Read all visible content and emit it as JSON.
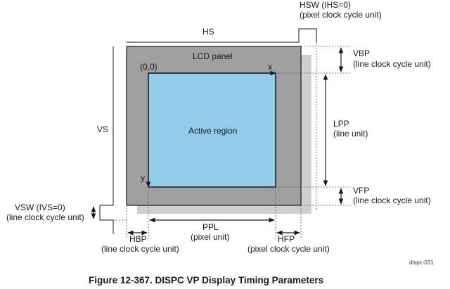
{
  "labels": {
    "hsw_title": "HSW (IHS=0)",
    "hsw_unit": "(pixel clock cycle unit)",
    "hs": "HS",
    "lcd_panel": "LCD panel",
    "origin": "(0,0)",
    "x_axis": "x",
    "y_axis": "y",
    "active_region": "Active region",
    "vs": "VS",
    "vbp_title": "VBP",
    "vbp_unit": "(line clock cycle unit)",
    "lpp_title": "LPP",
    "lpp_unit": "(line unit)",
    "vfp_title": "VFP",
    "vfp_unit": "(line clock cycle unit)",
    "vsw_title": "VSW (IVS=0)",
    "vsw_unit": "(line clock cycle unit)",
    "ppl_title": "PPL",
    "ppl_unit": "(pixel unit)",
    "hbp_title": "HBP",
    "hbp_unit": "(line clock cycle unit)",
    "hfp_title": "HFP",
    "hfp_unit": "(pixel clock cycle unit)",
    "figure_id": "dispc-031",
    "caption": "Figure 12-367. DISPC VP Display Timing Parameters"
  },
  "colors": {
    "panel": "#a0a0a0",
    "panel_shadow": "#cfcfcf",
    "active": "#93cbea",
    "line": "#1a1a1a"
  }
}
